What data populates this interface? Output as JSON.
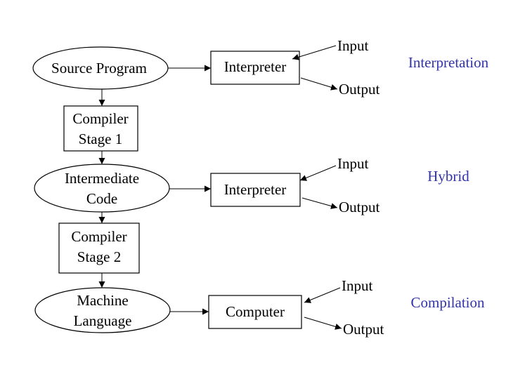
{
  "nodes": {
    "source_program": "Source Program",
    "compiler_stage_1": [
      "Compiler",
      "Stage 1"
    ],
    "intermediate_code": [
      "Intermediate",
      "Code"
    ],
    "compiler_stage_2": [
      "Compiler",
      "Stage 2"
    ],
    "machine_language": [
      "Machine",
      "Language"
    ],
    "interpreter_1": "Interpreter",
    "interpreter_2": "Interpreter",
    "computer": "Computer"
  },
  "io": {
    "input": "Input",
    "output": "Output"
  },
  "categories": {
    "interpretation": "Interpretation",
    "hybrid": "Hybrid",
    "compilation": "Compilation"
  },
  "colors": {
    "category_text": "#3333aa",
    "stroke": "#000000",
    "background": "#ffffff"
  }
}
